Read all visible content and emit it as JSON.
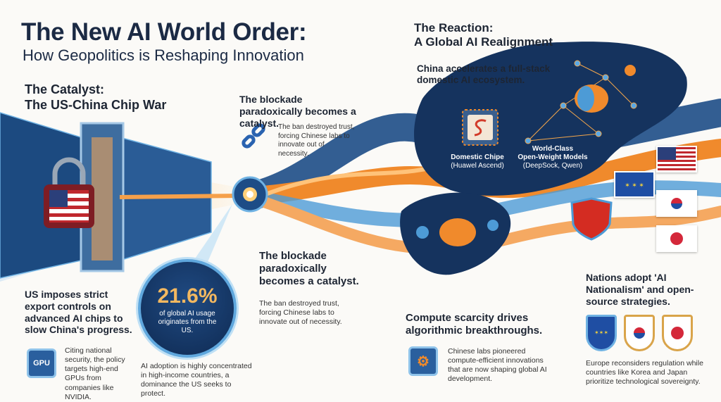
{
  "title": "The New AI World Order:",
  "subtitle": "How Geopolitics is Reshaping Innovation",
  "catalyst": {
    "heading_1": "The Catalyst:",
    "heading_2": "The US-China Chip War",
    "statement": "US imposes strict export controls on advanced AI chips to slow China's progress.",
    "gpu_label": "GPU",
    "gpu_note": "Citing national security, the policy targets high-end GPUs from companies like NVIDIA."
  },
  "stat": {
    "value": "21.6%",
    "caption": "of global AI usage originates from the US.",
    "note": "AI adoption is highly concentrated in high-income countries, a dominance the US seeks to protect."
  },
  "blockade_top": {
    "heading": "The blockade paradoxically becomes a catalyst.",
    "body": "The ban destroyed trust, forcing Chinese labs to innovate out of necessity."
  },
  "blockade_mid": {
    "heading": "The blockade paradoxically becomes a catalyst.",
    "body": "The ban destroyed trust, forcing Chinese labs to innovate out of necessity."
  },
  "reaction": {
    "heading_1": "The Reaction:",
    "heading_2": "A Global AI Realignment",
    "statement": "China accelerates a full-stack domestic AI ecosystem.",
    "chips_label": "Domestic Chipe",
    "chips_sub": "(Huawel Ascend)",
    "models_label_1": "World-Class",
    "models_label_2": "Open-Weight Models",
    "models_sub": "(DeepSock, Qwen)"
  },
  "compute": {
    "heading": "Compute scarcity drives algorithmic breakthroughs.",
    "body": "Chinese labs pioneered compute-efficient innovations that are now shaping global AI development."
  },
  "nations": {
    "heading": "Nations adopt 'AI Nationalism' and open-source strategies.",
    "body": "Europe reconsiders regulation while countries like Korea and Japan prioritize technological sovereignty."
  },
  "colors": {
    "navy": "#13325e",
    "orange": "#f08a2c",
    "blue": "#4d9bd6"
  }
}
